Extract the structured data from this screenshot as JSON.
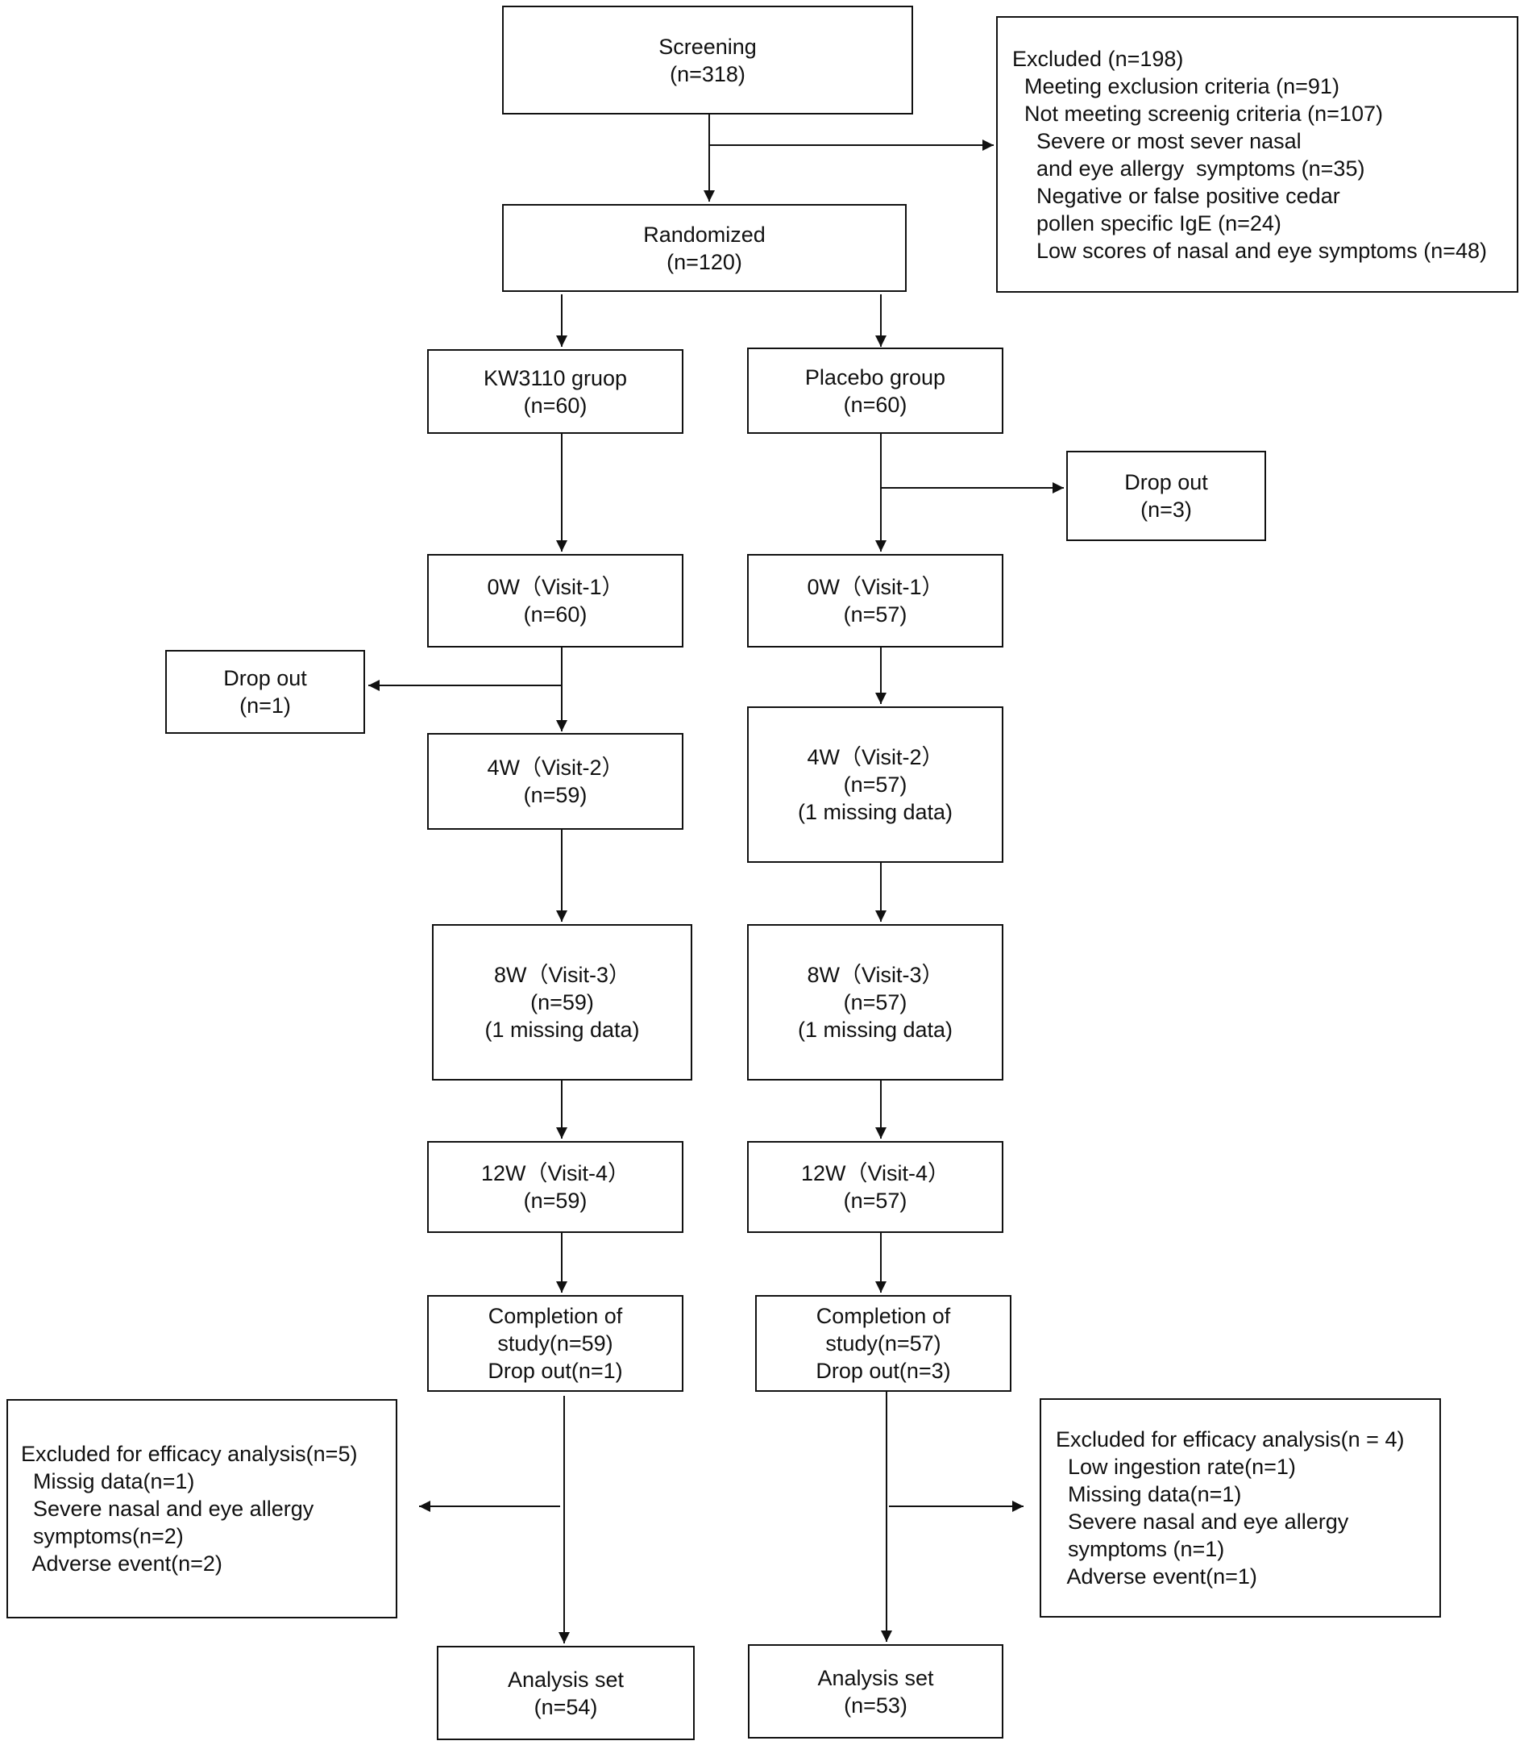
{
  "boxes": {
    "screening": {
      "lines": [
        "Screening",
        "(n=318)"
      ]
    },
    "excluded": {
      "lines": [
        "Excluded (n=198)",
        "  Meeting exclusion criteria (n=91)",
        "  Not meeting screenig criteria (n=107)",
        "    Severe or most sever nasal",
        "    and eye allergy  symptoms (n=35)",
        "    Negative or false positive cedar",
        "    pollen specific IgE (n=24)",
        "    Low scores of nasal and eye symptoms (n=48)"
      ]
    },
    "randomized": {
      "lines": [
        "Randomized",
        "(n=120)"
      ]
    },
    "kw_group": {
      "lines": [
        "KW3110 gruop",
        "(n=60)"
      ]
    },
    "placebo_group": {
      "lines": [
        "Placebo group",
        "(n=60)"
      ]
    },
    "placebo_dropout": {
      "lines": [
        "Drop out",
        "(n=3)"
      ]
    },
    "kw_0w": {
      "lines": [
        "0W（Visit-1）",
        "(n=60)"
      ]
    },
    "pl_0w": {
      "lines": [
        "0W（Visit-1）",
        "(n=57)"
      ]
    },
    "kw_dropout": {
      "lines": [
        "Drop out",
        "(n=1)"
      ]
    },
    "kw_4w": {
      "lines": [
        "4W（Visit-2）",
        "(n=59)"
      ]
    },
    "pl_4w": {
      "lines": [
        "4W（Visit-2）",
        "(n=57)",
        "(1 missing data)"
      ]
    },
    "kw_8w": {
      "lines": [
        "8W（Visit-3）",
        "(n=59)",
        "(1 missing data)"
      ]
    },
    "pl_8w": {
      "lines": [
        "8W（Visit-3）",
        "(n=57)",
        "(1 missing data)"
      ]
    },
    "kw_12w": {
      "lines": [
        "12W（Visit-4）",
        "(n=59)"
      ]
    },
    "pl_12w": {
      "lines": [
        "12W（Visit-4）",
        "(n=57)"
      ]
    },
    "kw_completion": {
      "lines": [
        "Completion of",
        "study(n=59)",
        "Drop out(n=1)"
      ]
    },
    "pl_completion": {
      "lines": [
        "Completion of",
        "study(n=57)",
        "Drop out(n=3)"
      ]
    },
    "kw_excluded": {
      "lines": [
        "Excluded for efficacy analysis(n=5)",
        "  Missig data(n=1)",
        "  Severe nasal and eye allergy",
        "  symptoms(n=2)",
        "  Adverse event(n=2)"
      ]
    },
    "pl_excluded": {
      "lines": [
        "Excluded for efficacy analysis(n = 4)",
        "  Low ingestion rate(n=1)",
        "  Missing data(n=1)",
        "  Severe nasal and eye allergy",
        "  symptoms (n=1)",
        "  Adverse event(n=1)"
      ]
    },
    "kw_analysis": {
      "lines": [
        "Analysis set",
        "(n=54)"
      ]
    },
    "pl_analysis": {
      "lines": [
        "Analysis set",
        "(n=53)"
      ]
    }
  }
}
